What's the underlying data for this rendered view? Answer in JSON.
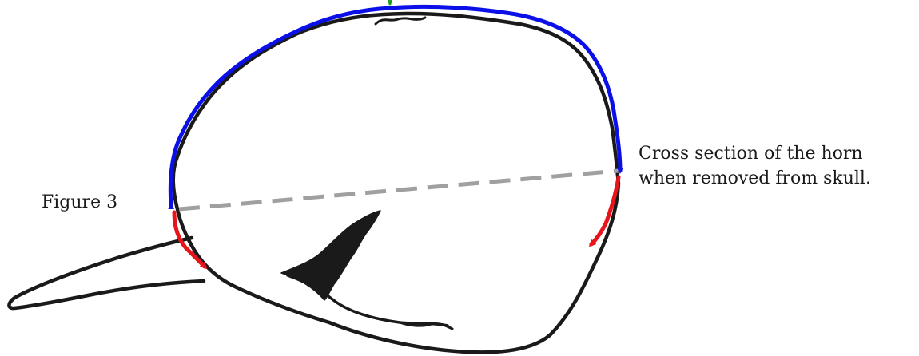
{
  "figure": {
    "label": "Figure 3",
    "caption_lines": [
      "Cross section of the horn",
      "when removed from skull."
    ]
  },
  "colors": {
    "outline": "#1a1a1a",
    "top_arc": "#0b10e8",
    "side_segments": "#e8141b",
    "dashed_line": "#a0a0a0",
    "top_marker": "#1aa01a"
  }
}
